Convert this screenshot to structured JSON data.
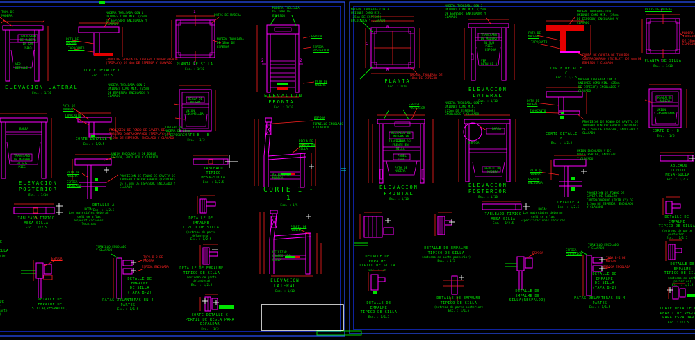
{
  "sheet": {
    "description": "Plano CAD de carpinteria: mesa y silla escolar de madera, detalles constructivos",
    "colors": {
      "background": "#000000",
      "lines": "#ff00ff",
      "dimensions": "#ff2020",
      "annotations": "#00e500",
      "frame": "#1530e0",
      "highlight": "#ffffff"
    }
  },
  "t": {
    "tapa_madera": "TAPA DE MADERA",
    "pata": "PATA DE MADERA",
    "patas": "PATAS DE MADERA",
    "tapacanto": "TAPACANTO",
    "madera_18": "MADERA TABLEADA DE 18mm DE ESPESOR",
    "madera_1u": "MADERA TABLEADA CON 1 UNIONES COMO MIN. (25mm DE ESPESOR) ENCOLADOS Y CLAVADO",
    "madera_2u": "MADERA TABLEADA CON 2 UNIONES COMO MIN. (25mm DE ESPESOR) ENCOLADOS Y CLAVADO",
    "madera_3u": "MADERA TABLEADA CON 3 UNIONES COMO MIN. (25mm DE ESPESOR) ENCOLADOS Y CLAVADO",
    "fondo": "FONDO DE GAVETA DE TABLERO CONTRACHAPADO (TRIPLAY) DE 4mm DE ESPESOR Y CLAVADO",
    "provision": "PROVISION DE FONDO DE GAVETA DE TABLERO CONTRACHAPADO (TRIPLAY) DE 4.5mm DE ESPESOR, ENCOLADO Y CLAVADO",
    "union": "UNION ENCOLADA Y DE DOBLE ESPIGA, ENCOLADO Y CLAVADO",
    "nota": "NOTA:",
    "nota_txt": "Los materiales deberan ceñirse a las Especificaciones Tecnicas",
    "travesano_pies": "TRAVESAÑO DE MADERA EN SUS PIES",
    "travesano_frente": "TRAVESAÑO DEL FRENTE EN SILLA",
    "respaldo_silla": "RESPALDO DE MADERA EN SILLA",
    "ver_detalle": "VER DETALLE A",
    "espiga": "ESPIGA",
    "espiga_post": "ESPIGA POSTERIOR",
    "espiga_enc": "ESPIGA ENCOLADA",
    "regla": "REGLA DE MADERA",
    "regla_silla": "REGLA DE MADERA EN SILLA",
    "asiento": "ASIENTO DE MADERA",
    "perfil": "PERFIL DE MADERA",
    "panel": "PANEL 25mm",
    "tapa_b2": "TAPA B-2 DE MADERA",
    "tornillo": "TORNILLO ENCOLADO Y CLAVADO",
    "tablero_18": "TABLERO DE MADERA DE 18mm DE ESPESOR",
    "union_ens": "UNION ENSAMBLADA",
    "utilizar": "UTILIZAR CUANDO SEA SILLA",
    "barra": "BARRA",
    "b": "B",
    "c": "C",
    "uno": "1",
    "dos": "2"
  },
  "cap": {
    "elev_lateral": "ELEVACION  LATERAL",
    "elev_frontal": "ELEVACION  FRONTAL",
    "elev_posterior": "ELEVACION  POSTERIOR",
    "planta": "PLANTA",
    "planta_silla": "PLANTA DE SILLA",
    "corte11": "CORTE  1 - 1",
    "corte_c": "CORTE DETALLE C",
    "corte_b": "CORTE DETALLE B",
    "corte_bb": "CORTE B - B",
    "detalle_a": "DETALLE A",
    "tableado1": "TABLEADO TIPICO",
    "tableado2": "MESA-SILLA",
    "emp1": "DETALLE DE EMPALME",
    "emp2": "TIPICO DE SILLA",
    "emp_del": "(extremo de parte delantera)",
    "emp_post": "(extremo de parte posterior)",
    "emp_resp1": "DETALLE DE",
    "emp_resp2": "EMPALME DE",
    "emp_resp3": "SILLA(RESPALDO)",
    "emp_b2_1": "DETALLE DE",
    "emp_b2_2": "EMPALME",
    "emp_b2_3": "DE SILLA",
    "emp_b2_4": "(TAPA B-2)",
    "patas4": "PATAS DELANTERAS EN 4 PARTES",
    "perfil_regla": "PERFIL DE REGLA PARA ESPALDAR",
    "esc2": "Esc. : 1/2.5",
    "esc5": "Esc. : 1/5",
    "esc10": "Esc. : 1/10",
    "esc15": "Esc. : 1/1.5"
  }
}
